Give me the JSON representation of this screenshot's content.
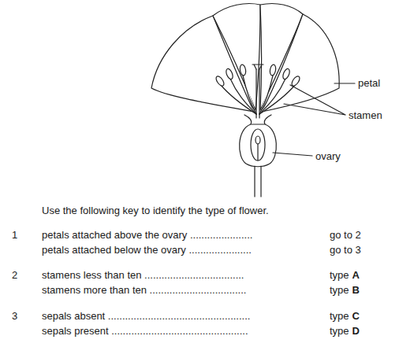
{
  "diagram": {
    "labels": [
      "petal",
      "stamen",
      "ovary",
      "Use the following key to identify the type of flower.",
      "1",
      "petals attached above the ovary ......................",
      "go to 2",
      "petals attached below the ovary ......................",
      "go to 3",
      "2",
      "stamens less than ten ...................................",
      "type",
      "A",
      "stamens more than ten ..................................",
      "type",
      "B",
      "3",
      "sepals absent ..................................................",
      "type",
      "C",
      "sepals present ................................................",
      "type",
      "D"
    ]
  }
}
